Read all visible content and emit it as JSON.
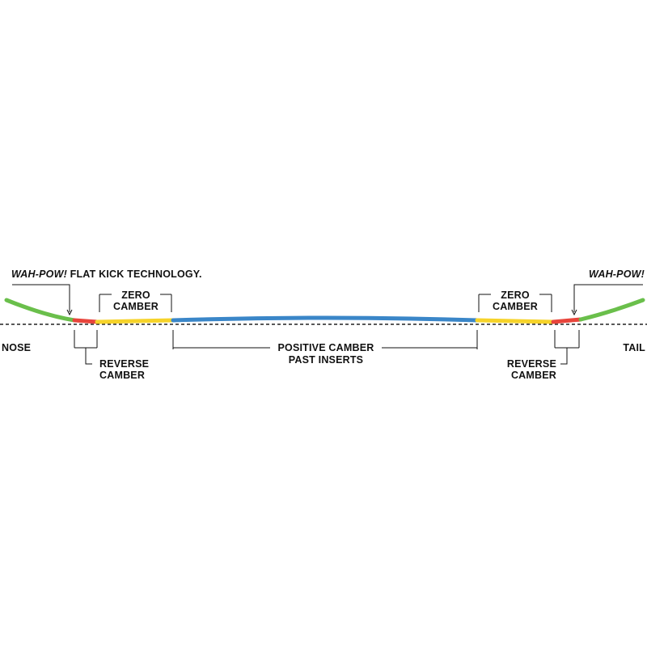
{
  "labels": {
    "wahpow_left": "WAH-POW!",
    "flat_kick": "FLAT KICK TECHNOLOGY.",
    "wahpow_right": "WAH-POW!",
    "zero": "ZERO",
    "camber": "CAMBER",
    "nose": "NOSE",
    "tail": "TAIL",
    "reverse": "REVERSE",
    "positive_camber": "POSITIVE CAMBER",
    "past_inserts": "PAST INSERTS"
  },
  "colors": {
    "kick": "#6abf4b",
    "reverse": "#e8453c",
    "zero": "#f6d32a",
    "positive": "#3a86c8",
    "line": "#111111"
  }
}
